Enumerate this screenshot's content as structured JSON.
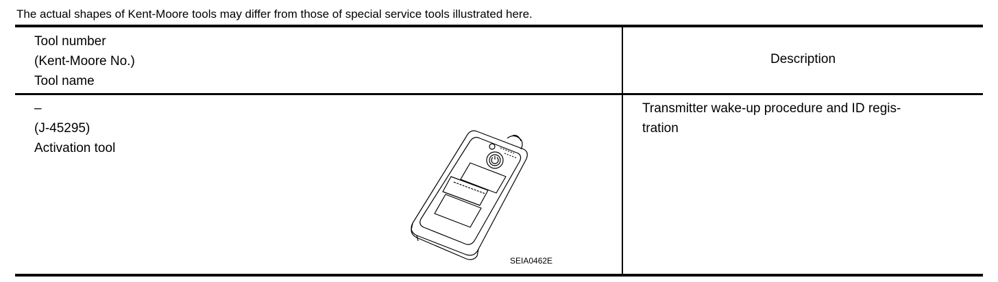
{
  "note": "The actual shapes of Kent-Moore tools may differ from those of special service tools illustrated here.",
  "header": {
    "tool_lines": [
      "Tool number",
      "(Kent-Moore No.)",
      "Tool name"
    ],
    "description": "Description"
  },
  "rows": [
    {
      "tool_number": "–",
      "kent_moore_no": "(J-45295)",
      "tool_name": "Activation tool",
      "description_lines": [
        "Transmitter wake-up procedure and ID regis-",
        "tration"
      ],
      "figure_code": "SEIA0462E",
      "illustration_icon": "activation-tool-illustration"
    }
  ]
}
